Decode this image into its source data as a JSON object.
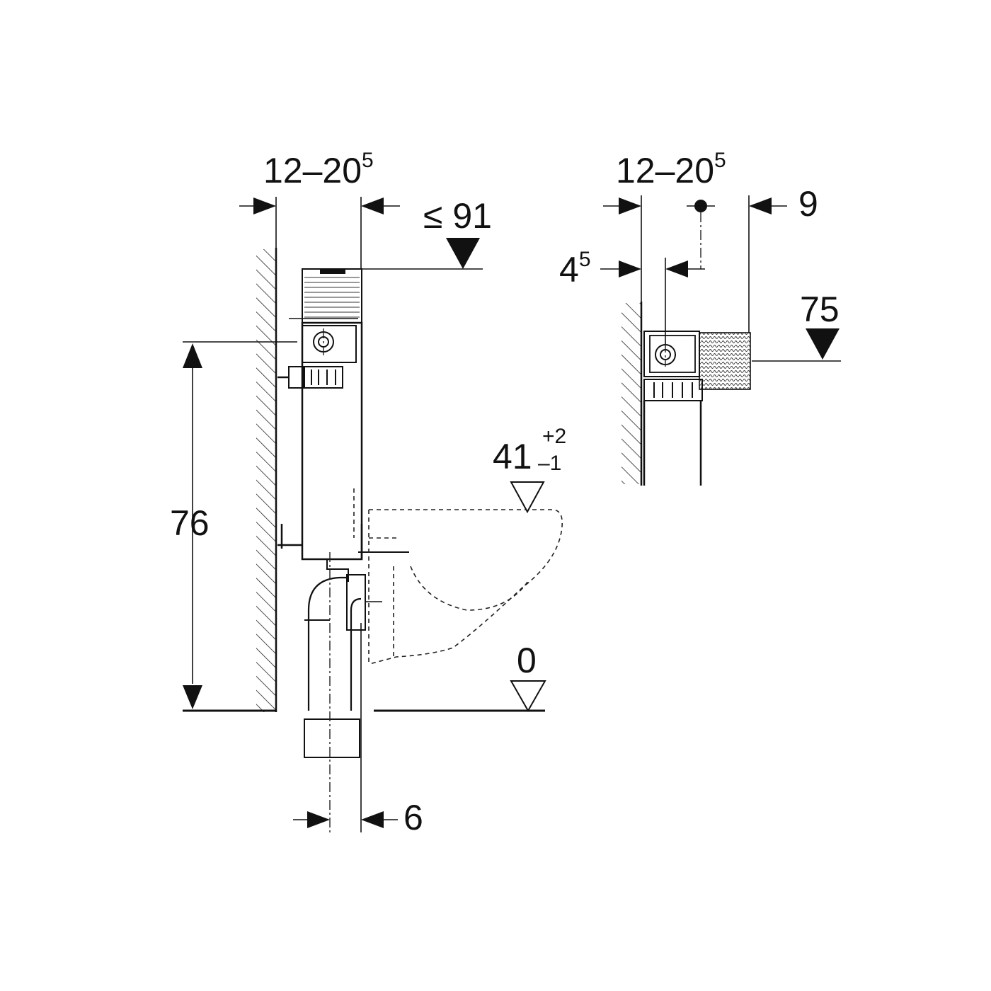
{
  "side_view": {
    "wall_gap_dim": {
      "main": "12–20",
      "sup": "5"
    },
    "top_height_dim": "≤ 91",
    "height_dim": "76",
    "bowl_height_dim": {
      "main": "41",
      "sup": "+2",
      "sub": "–1"
    },
    "floor_level": "0",
    "drain_offset_dim": "6"
  },
  "detail_view": {
    "wall_gap_dim": {
      "main": "12–20",
      "sup": "5"
    },
    "depth_dim": "9",
    "offset_dim": {
      "main": "4",
      "sup": "5"
    },
    "height_dim": "75"
  }
}
